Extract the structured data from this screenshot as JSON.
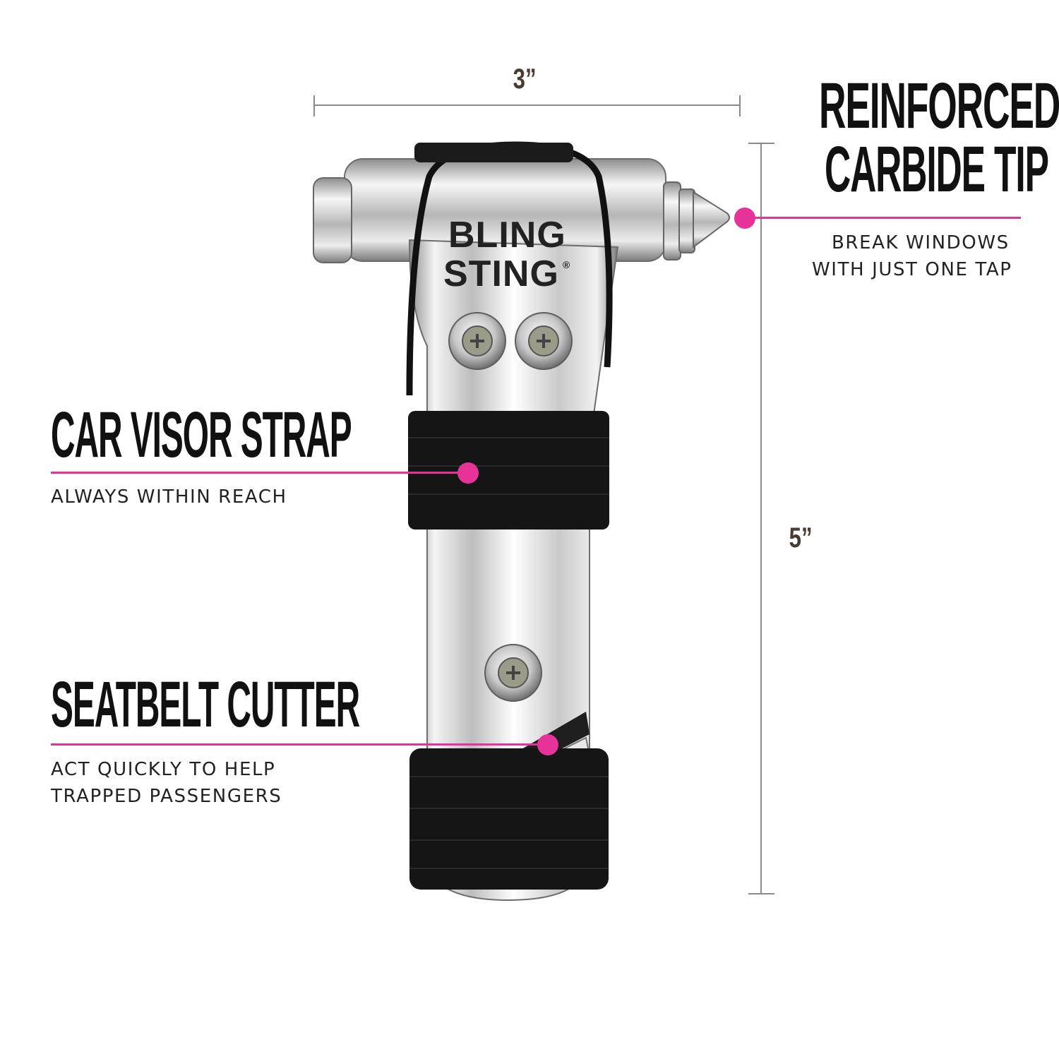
{
  "dimensions": {
    "width_label": "3”",
    "height_label": "5”"
  },
  "product": {
    "logo_line1": "BLING",
    "logo_line2": "STING",
    "logo_reg": "®"
  },
  "callouts": {
    "tip": {
      "heading_line1": "REINFORCED",
      "heading_line2": "CARBIDE TIP",
      "desc_line1": "BREAK WINDOWS",
      "desc_line2": "WITH JUST ONE TAP"
    },
    "strap": {
      "heading": "CAR VISOR STRAP",
      "desc_line1": "ALWAYS WITHIN REACH"
    },
    "cutter": {
      "heading": "SEATBELT CUTTER",
      "desc_line1": "ACT QUICKLY TO HELP",
      "desc_line2": "TRAPPED PASSENGERS"
    }
  },
  "colors": {
    "accent": "#e5339a",
    "dimension_text": "#4a3b30",
    "heading_text": "#111111"
  }
}
